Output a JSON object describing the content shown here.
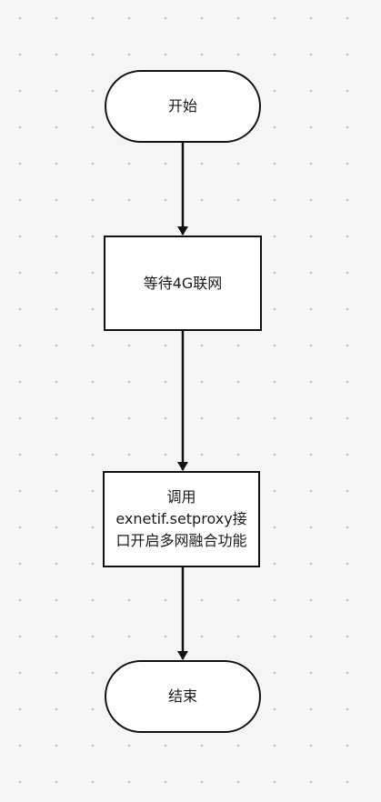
{
  "diagram": {
    "nodes": [
      {
        "id": "start",
        "shape": "terminal",
        "lines": [
          "开始"
        ]
      },
      {
        "id": "wait-4g",
        "shape": "process",
        "lines": [
          "等待4G联网"
        ]
      },
      {
        "id": "call-setproxy",
        "shape": "process",
        "lines": [
          "调用",
          "exnetif.setproxy接",
          "口开启多网融合功能"
        ]
      },
      {
        "id": "end",
        "shape": "terminal",
        "lines": [
          "结束"
        ]
      }
    ],
    "edges": [
      {
        "from": "start",
        "to": "wait-4g"
      },
      {
        "from": "wait-4g",
        "to": "call-setproxy"
      },
      {
        "from": "call-setproxy",
        "to": "end"
      }
    ],
    "colors": {
      "background": "#f5f5f7",
      "stroke": "#111111",
      "fill": "#ffffff",
      "text": "#1a1a1a"
    }
  }
}
